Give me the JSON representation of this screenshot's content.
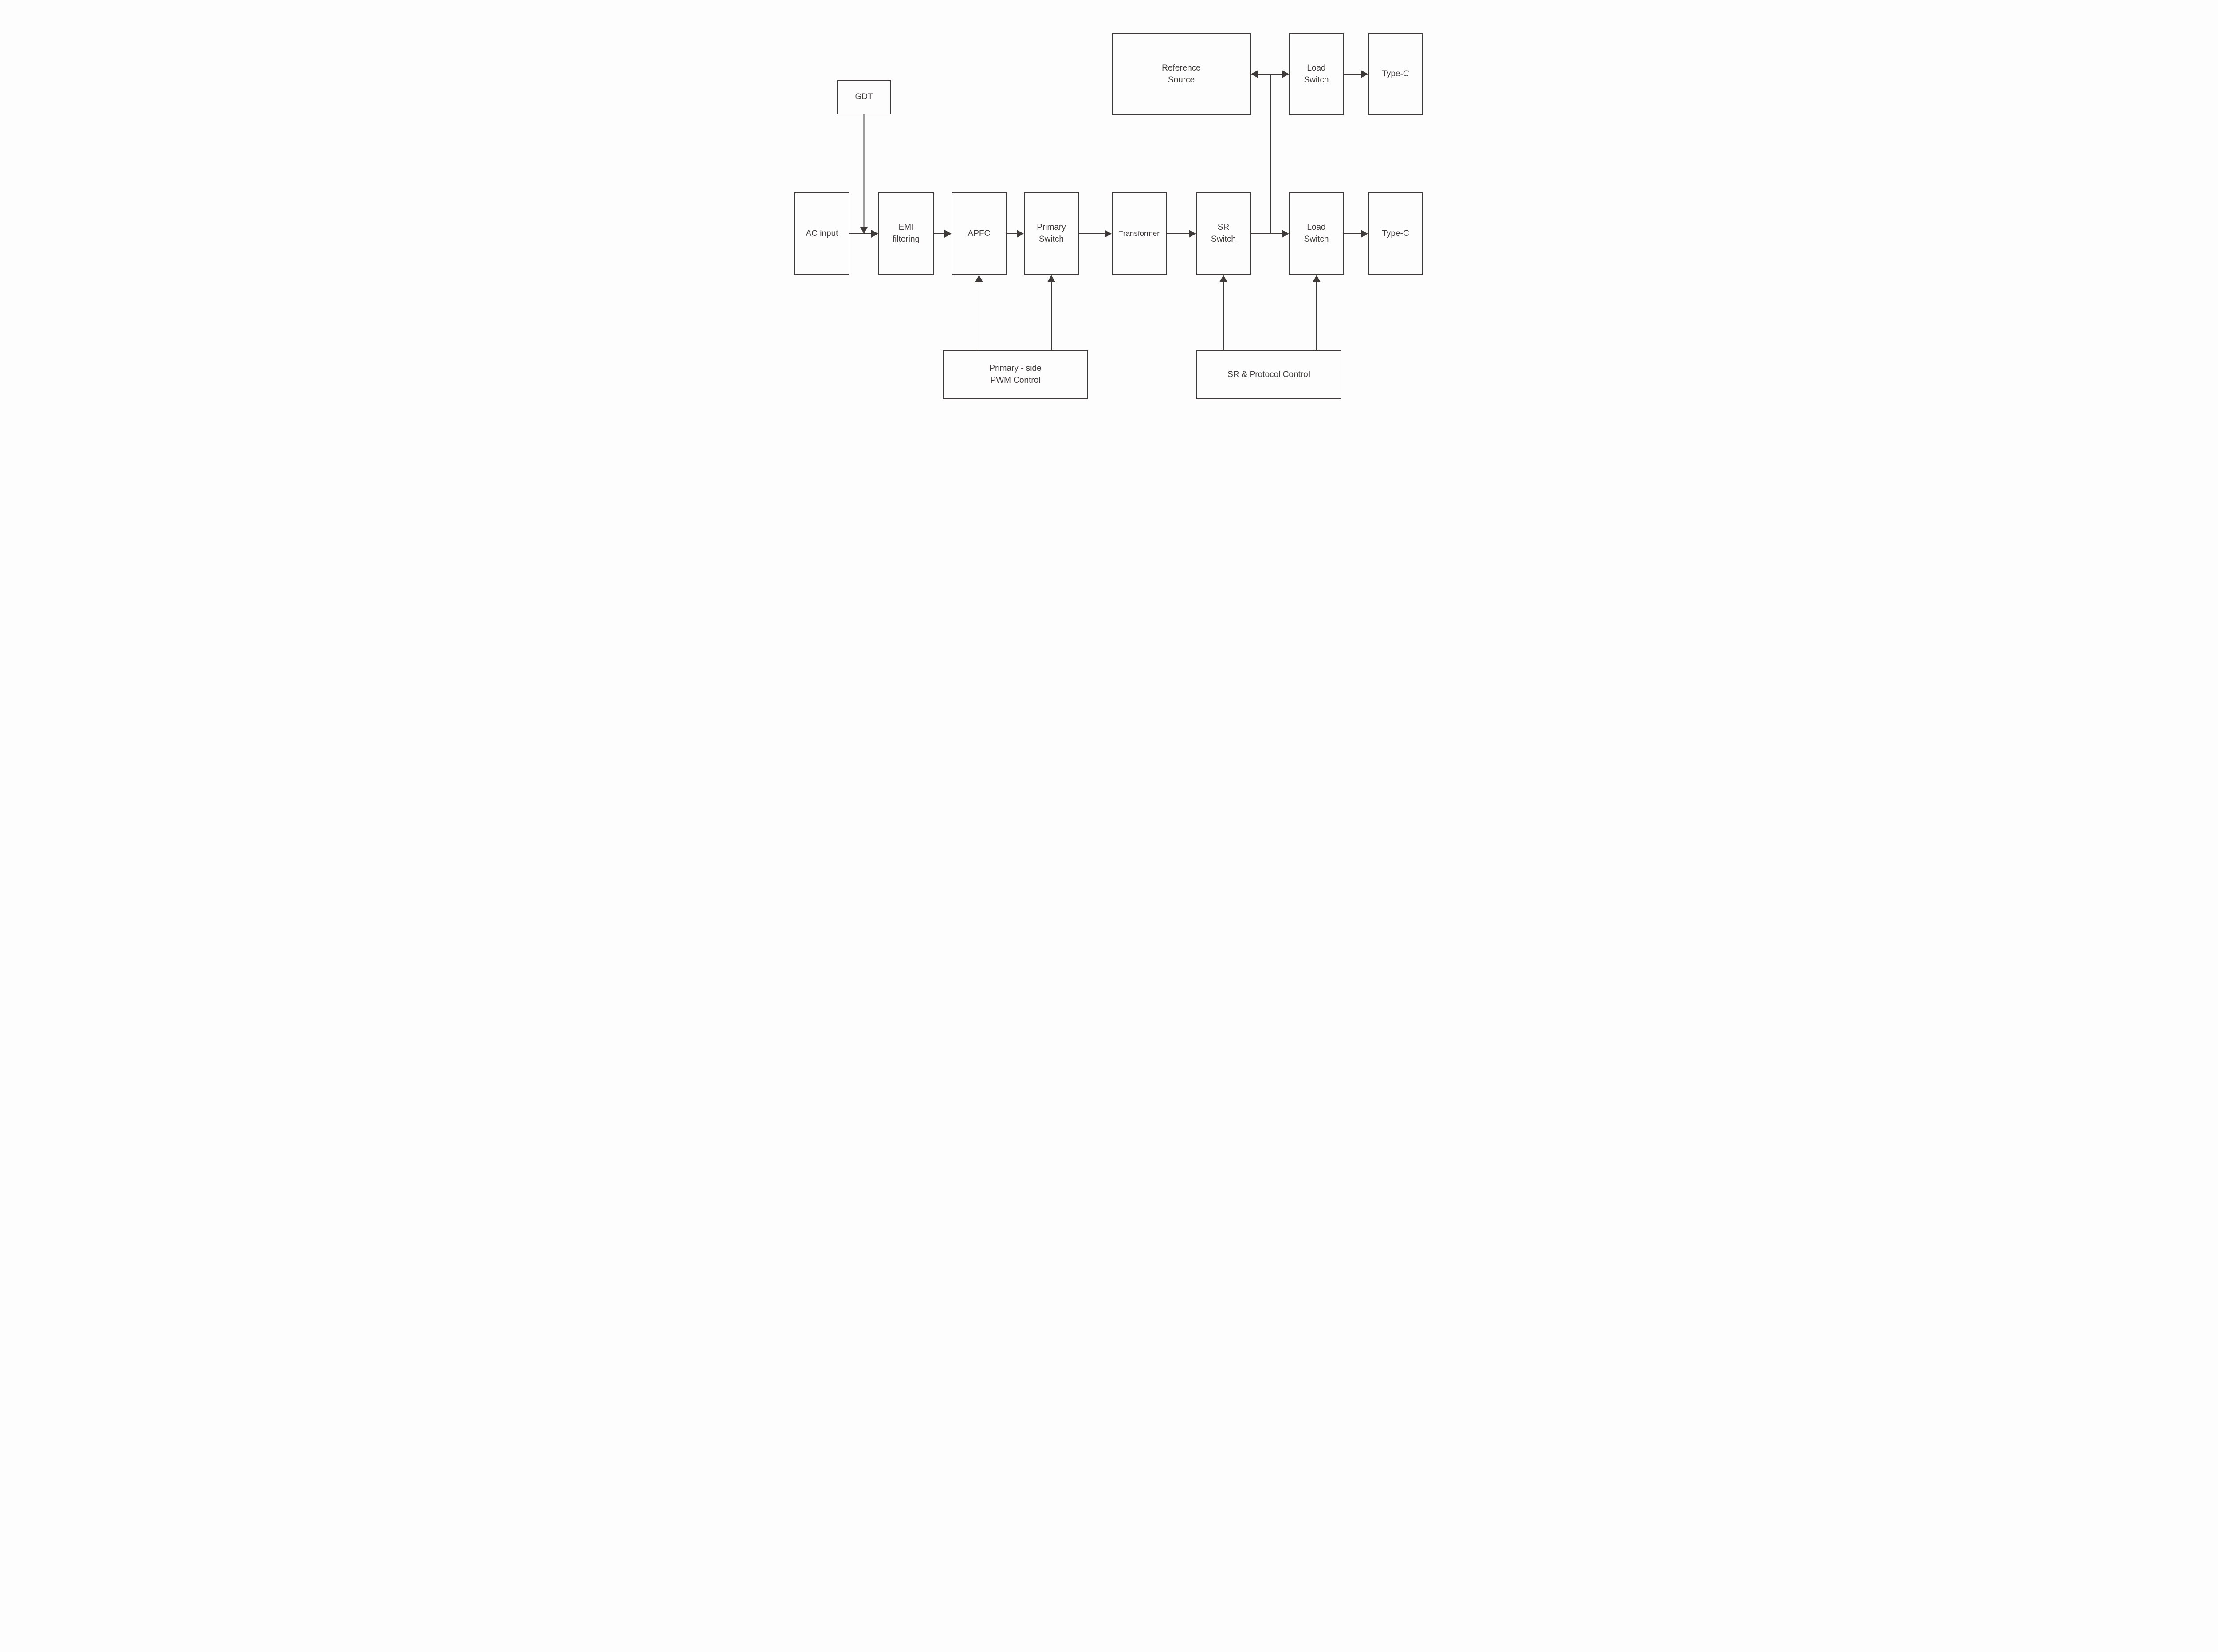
{
  "diagram": {
    "type": "block-diagram",
    "description_colors": {
      "stroke": "#3f3a3a",
      "text": "#3f3a3a",
      "background": "#fdfdfd",
      "node_fill": "#fdfdfd"
    }
  },
  "nodes": {
    "gdt": {
      "label": "GDT"
    },
    "ac_input": {
      "label": "AC input"
    },
    "emi_filtering": {
      "label": "EMI\nfiltering"
    },
    "apfc": {
      "label": "APFC"
    },
    "primary_switch": {
      "label": "Primary\nSwitch"
    },
    "transformer": {
      "label": "Transformer"
    },
    "sr_switch": {
      "label": "SR\nSwitch"
    },
    "load_switch_out": {
      "label": "Load\nSwitch"
    },
    "type_c_out": {
      "label": "Type-C"
    },
    "reference_source": {
      "label": "Reference\nSource"
    },
    "load_switch_ref": {
      "label": "Load\nSwitch"
    },
    "type_c_ref": {
      "label": "Type-C"
    },
    "pwm_control": {
      "label": "Primary - side\nPWM Control"
    },
    "sr_protocol": {
      "label": "SR & Protocol Control"
    }
  },
  "edges": [
    {
      "from": "GDT",
      "to": "AC input / EMI filtering wire",
      "arrowhead": "down"
    },
    {
      "from": "AC input",
      "to": "EMI filtering",
      "arrowhead": "right"
    },
    {
      "from": "EMI filtering",
      "to": "APFC",
      "arrowhead": "right"
    },
    {
      "from": "APFC",
      "to": "Primary Switch",
      "arrowhead": "right"
    },
    {
      "from": "Primary Switch",
      "to": "Transformer",
      "arrowhead": "right"
    },
    {
      "from": "Transformer",
      "to": "SR Switch",
      "arrowhead": "right"
    },
    {
      "from": "SR Switch",
      "to": "Load Switch (output row)",
      "arrowhead": "right"
    },
    {
      "from": "Load Switch (output row)",
      "to": "Type-C (output row)",
      "arrowhead": "right"
    },
    {
      "from": "SR Switch / Load Switch wire junction",
      "to": "Reference Source",
      "arrowhead": "left"
    },
    {
      "from": "SR Switch / Load Switch wire junction",
      "to": "Load Switch (reference row)",
      "arrowhead": "right"
    },
    {
      "from": "Load Switch (reference row)",
      "to": "Type-C (reference row)",
      "arrowhead": "right"
    },
    {
      "from": "Primary - side PWM Control",
      "to": "APFC",
      "arrowhead": "up"
    },
    {
      "from": "Primary - side PWM Control",
      "to": "Primary Switch",
      "arrowhead": "up"
    },
    {
      "from": "SR & Protocol Control",
      "to": "SR Switch",
      "arrowhead": "up"
    },
    {
      "from": "SR & Protocol Control",
      "to": "Load Switch (output row)",
      "arrowhead": "up"
    }
  ]
}
